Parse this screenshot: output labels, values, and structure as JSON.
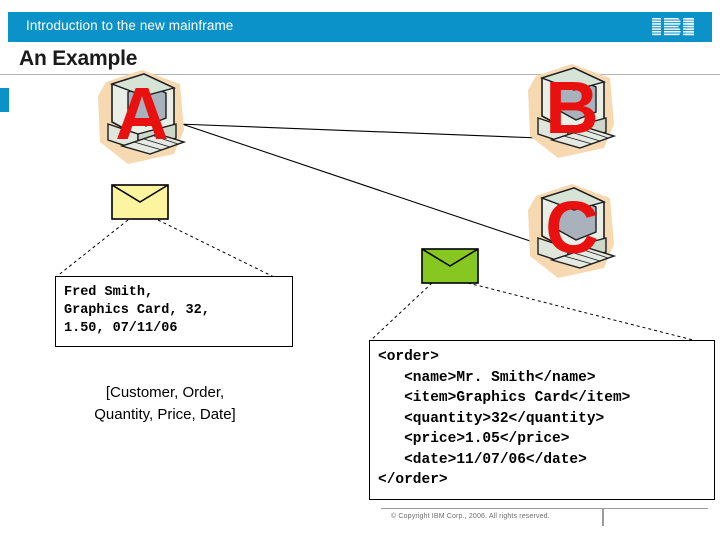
{
  "header": {
    "title": "Introduction to the new mainframe",
    "logo_text": "IBM",
    "bar_color": "#0b92c8"
  },
  "slide": {
    "title": "An Example",
    "accent_color": "#0b92c8"
  },
  "nodes": [
    {
      "name": "computer-a",
      "label": "A",
      "label_color": "#e8110f"
    },
    {
      "name": "computer-b",
      "label": "B",
      "label_color": "#e8110f"
    },
    {
      "name": "computer-c",
      "label": "C",
      "label_color": "#e8110f"
    }
  ],
  "envelopes": [
    {
      "name": "envelope-yellow",
      "fill": "#fdf4a0"
    },
    {
      "name": "envelope-green",
      "fill": "#86c722"
    }
  ],
  "record_box": {
    "text": "Fred Smith,\nGraphics Card, 32,\n1.50, 07/11/06",
    "lines": [
      "Fred Smith,",
      "Graphics Card, 32,",
      "1.50, 07/11/06"
    ]
  },
  "field_legend": {
    "line1": "[Customer, Order,",
    "line2": "Quantity, Price, Date]",
    "text": "[Customer, Order, Quantity, Price, Date]"
  },
  "xml_box": {
    "text": "<order>\n   <name>Mr. Smith</name>\n   <item>Graphics Card</item>\n   <quantity>32</quantity>\n   <price>1.05</price>\n   <date>11/07/06</date>\n</order>",
    "lines": [
      "<order>",
      "   <name>Mr. Smith</name>",
      "   <item>Graphics Card</item>",
      "   <quantity>32</quantity>",
      "   <price>1.05</price>",
      "   <date>11/07/06</date>",
      "</order>"
    ]
  },
  "footer": {
    "copyright": "© Copyright IBM Corp., 2006. All rights reserved."
  }
}
